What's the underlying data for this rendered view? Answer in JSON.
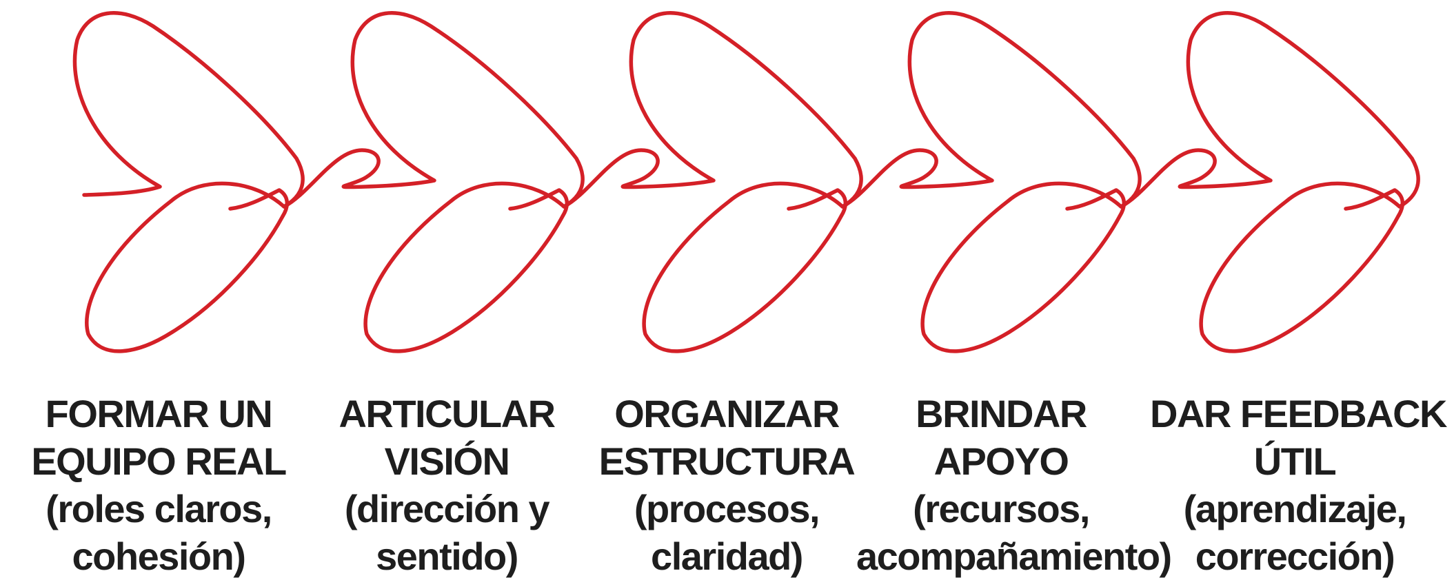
{
  "colors": {
    "stroke": "#d42027",
    "text": "#1e1e1e",
    "background": "#ffffff"
  },
  "steps": [
    {
      "title_lines": [
        "FORMAR UN",
        "EQUIPO REAL"
      ],
      "detail_lines": [
        "(roles claros,",
        "cohesión)"
      ]
    },
    {
      "title_lines": [
        "ARTICULAR",
        "VISIÓN"
      ],
      "detail_lines": [
        "(dirección y",
        "sentido)"
      ]
    },
    {
      "title_lines": [
        "ORGANIZAR",
        "ESTRUCTURA"
      ],
      "detail_lines": [
        "(procesos,",
        "claridad)"
      ]
    },
    {
      "title_lines": [
        "BRINDAR",
        "APOYO"
      ],
      "detail_lines": [
        "(recursos,",
        "acompañamiento)"
      ]
    },
    {
      "title_lines": [
        "DAR FEEDBACK",
        "ÚTIL"
      ],
      "detail_lines": [
        "(aprendizaje,",
        "corrección)"
      ]
    }
  ]
}
